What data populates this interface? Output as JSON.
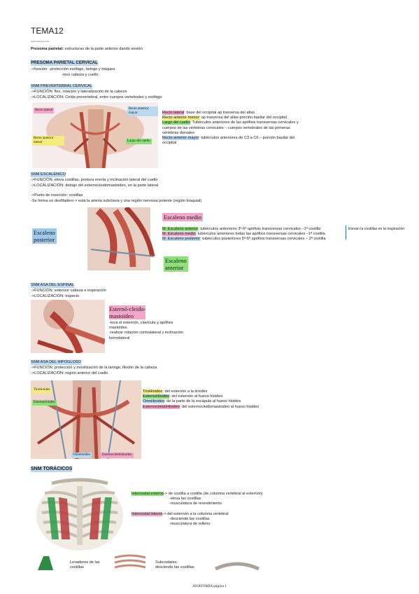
{
  "header": {
    "title": "TEMA12",
    "subtitle": "Anatomía del tronco",
    "intro_bold": "Presoma parietal:",
    "intro_text": " estructuras de la parte anterior dando sostén"
  },
  "cervical": {
    "heading": "PRESOMA PARIETAL CERVICAL",
    "lines": [
      "->función: -protección esófago, laringe y tráquea",
      "-mov cabeza y cuello"
    ]
  },
  "prevertebral": {
    "heading": "SNM PREVERTEBRAL CERVICAL",
    "lines": [
      "->FUNCIÓN: flex, rotación y lateralización de la cabeza",
      "->LOCALIZACIÓN: Celda prevertebral, entre cuerpos vertebrales y esófago"
    ],
    "img_labels": {
      "recto_lateral": "Recto lateral",
      "recto_mayor": "Recto anterior mayor",
      "recto_menor": "Recto anterior menor",
      "largo": "Largo del cuello"
    },
    "notes": [
      {
        "term": "Recto lateral",
        "rest": ": base del occipital ap trasversa del atlas"
      },
      {
        "term": "Recto anterior menor",
        "rest": ": ap trasversa del atlas-porción basilar del occipital"
      },
      {
        "term": "Largo del cuello",
        "rest": ": Tubérculos anteriores de las apófisis transversas cervicales y"
      },
      {
        "term": "",
        "rest": "cuerpos de las vértebras cervicales – cuerpos vertebrales de las primeras"
      },
      {
        "term": "",
        "rest": "vértebras dorsales"
      },
      {
        "term": "Recto anterior mayor",
        "rest": ": tubérculos anteriores de C3 a C6 – porción basilar del"
      },
      {
        "term": "",
        "rest": "occipital"
      }
    ]
  },
  "escalenos": {
    "heading": "SNM ESCALÉNICO",
    "lines": [
      "->FUNCIÓN: eleva costillas, postura erecta y inclinación lateral del cuello",
      "->LOCALIZACIÓN: debajo del esternocleidomastoideo, en la parte lateral"
    ],
    "lines2": [
      "->Punto de inserción: costillas",
      "-Se forma un desfiladero-> está la arteria subclavia y una región nerviosa potente (región braquial)"
    ],
    "img_labels": {
      "posterior_1": "Escaleno",
      "posterior_2": "posterior",
      "medio": "Escaleno medio",
      "anterior_1": "Escaleno",
      "anterior_2": "anterior"
    },
    "notes": [
      {
        "term": "M. Escaleno anterior",
        "rest": ": tubérculos anteriores 3º-6º apófisis transversas cervicales –1ª costilla"
      },
      {
        "term": "M. Escaleno medio",
        "rest": ": tubérculos anteriores todas las apófisis transversas cervicales –1ª costilla"
      },
      {
        "term": "M. Escaleno posterior",
        "rest": ": tubérculos posteriores 5º-6º apófisis transversas cervicales – 2ª costilla"
      }
    ],
    "side_note": "Elevan la costillas en la inspiración"
  },
  "espinal": {
    "heading": "SNM ASA DEL ESPINAL",
    "lines": [
      "->FUNCIÓN: extensor cabeza e inspiración",
      "->LOCALIZACIÓN: trapecio"
    ],
    "muscle_1": "Esternó-cleido-",
    "muscle_2": "mastoideo",
    "notes": [
      "-toca el esternón, clavícula y apófisis",
      "mastoides",
      "-realizar rotación contralateral y inclinación",
      "homolateral"
    ]
  },
  "hipogloso": {
    "heading": "SNM ASA DEL HIPOGLOSO",
    "lines": [
      "->FUNCIÓN: protección y movilización de la laringe, flexión de la cabeza",
      "->LOCALIZACIÓN: región anterior del cuello"
    ],
    "img_labels": {
      "tirohioideo": "Tirohioideo",
      "esternotiroideo": "Esternotiroideo",
      "omohioideo": "Omohioideo",
      "esternocleidohioideo": "Esternocleidohioideo"
    },
    "notes": [
      {
        "term": "TiroHioideo",
        "rest": ": del esternón a la tiroides"
      },
      {
        "term": "EsternoHioideo",
        "rest": ": del esternón al hueso hioideo"
      },
      {
        "term": "OmoHioideo",
        "rest": ": de la parte de la escápula al hueso hioides"
      },
      {
        "term": "EsternocleidoHioideo",
        "rest": ": del esternocleidomastoideo al hueso hioideo"
      }
    ]
  },
  "toracicos": {
    "heading": "SNM TORÁCICOS",
    "externo": {
      "term": "Intercostal externo",
      "rest": "-> de costilla a costilla (de columna vertebral al esternón)",
      "subs": [
        "-eleva las costillas",
        "-musculatura de revestimiento"
      ]
    },
    "interno": {
      "term": "Intercostal interno",
      "rest": "-> del esternón a la columna vertebral",
      "subs": [
        "-desciende las costillas",
        "-musculatura de relleno"
      ]
    },
    "bottom_1": "Levadores de las",
    "bottom_1b": "costillas",
    "bottom_2": "Subcostales:",
    "bottom_2b": "desciende las costillas"
  },
  "footer": "ANATOMIA página 1"
}
